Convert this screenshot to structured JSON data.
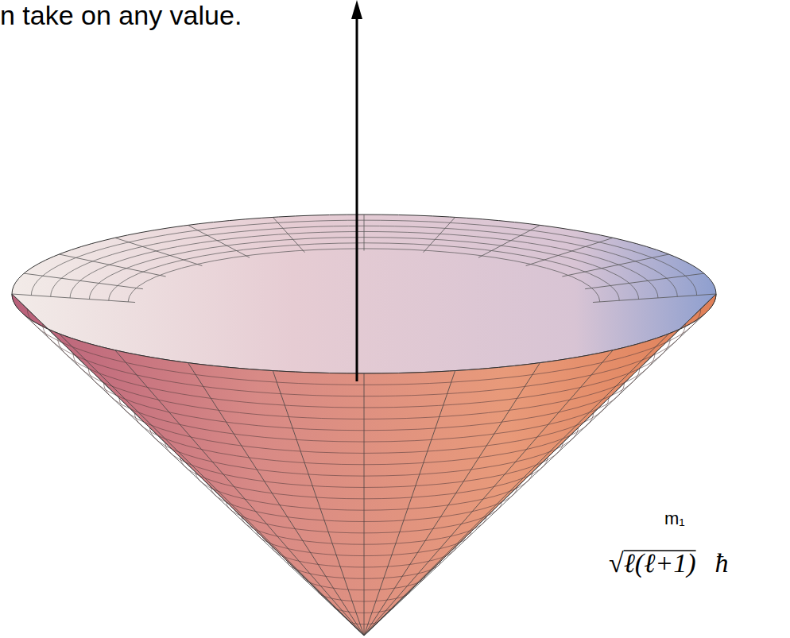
{
  "diagram": {
    "labels": [
      "n take on any value.",
      "m₁",
      "√ℓ(ℓ+1)",
      "ħ"
    ]
  }
}
